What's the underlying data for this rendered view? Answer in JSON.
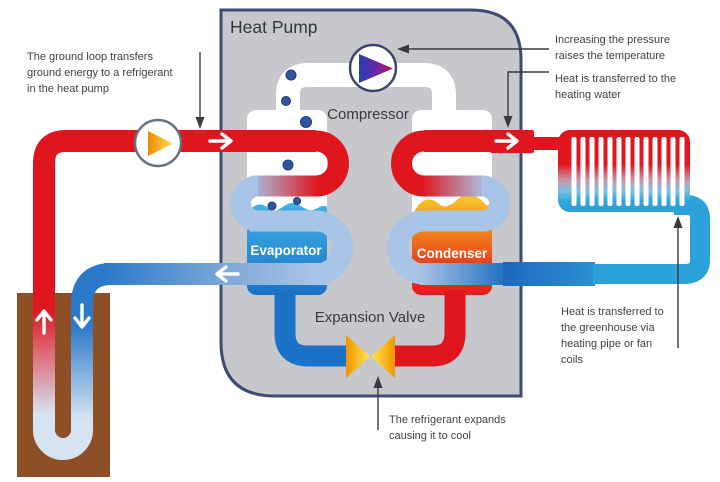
{
  "labels": {
    "title": "Heat Pump",
    "compressor": "Compressor",
    "evaporator": "Evaporator",
    "condenser": "Condenser",
    "expansion_valve": "Expansion Valve"
  },
  "annotations": {
    "ground_loop": [
      "The ground loop transfers",
      "ground energy to a refrigerant",
      "in the heat pump"
    ],
    "pressure": [
      "Increasing the pressure",
      "raises the temperature"
    ],
    "heating_water": [
      "Heat is transferred to the",
      "heating water"
    ],
    "greenhouse": [
      "Heat is transferred to",
      "the greenhouse via",
      "heating pipe or fan",
      "coils"
    ],
    "expansion": [
      "The refrigerant expands",
      "causing it to cool"
    ]
  },
  "palette": {
    "hot_red": "#e0161f",
    "cold_blue": "#1b72c6",
    "pale_coil_blue": "#a8c4e6",
    "heating_return_cyan": "#2ba2da",
    "ground_brown": "#8e4f26",
    "box_gray": "#c7c8cb",
    "box_border_navy": "#3f4b73",
    "valve_yellow": "#ffe34f",
    "valve_orange": "#f29500",
    "compressor_gradient": [
      "#2840b0",
      "#6428a8",
      "#c2134e"
    ],
    "pump_gradient": [
      "#f08a00",
      "#ffdf5e"
    ]
  }
}
